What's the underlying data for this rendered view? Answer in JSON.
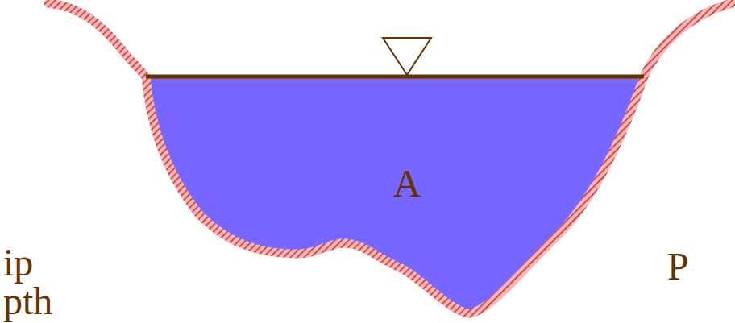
{
  "diagram": {
    "labels": [
      "ip",
      "pth",
      "A",
      "P"
    ]
  }
}
